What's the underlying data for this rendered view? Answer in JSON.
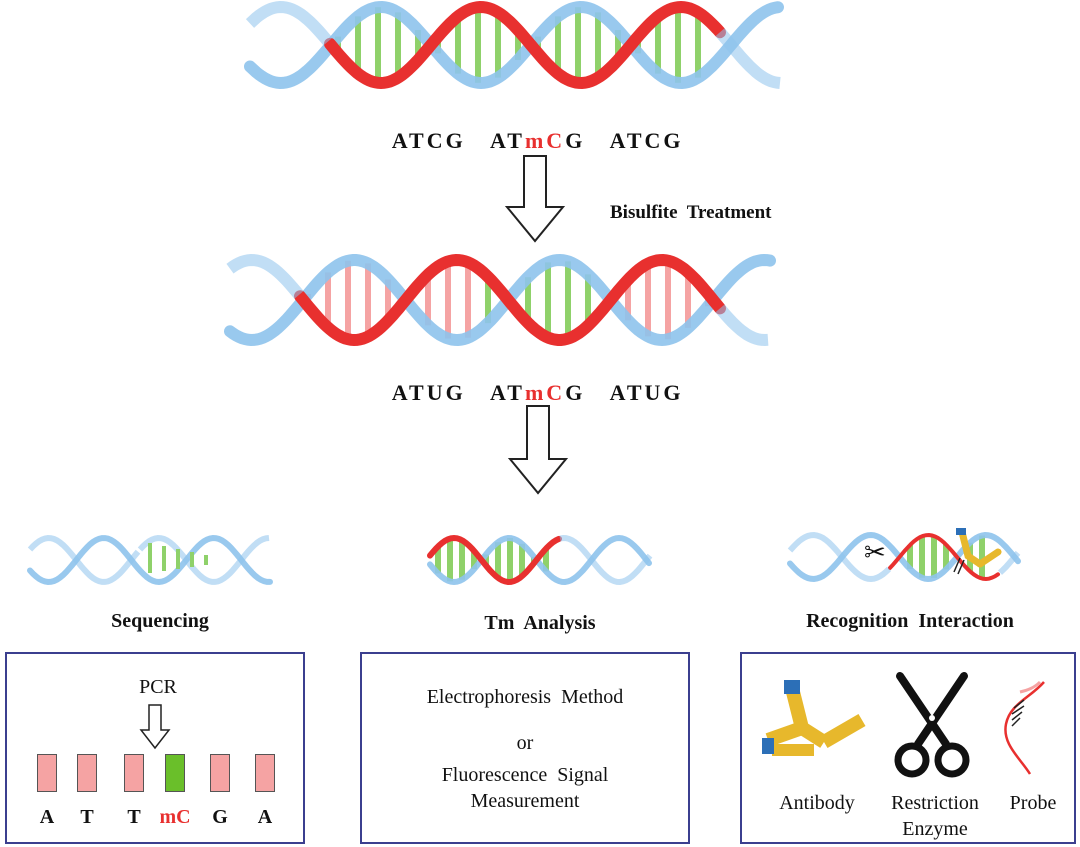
{
  "sequences": {
    "original": {
      "left": "ATCG",
      "mid_prefix": "AT",
      "mid_mark": "mC",
      "mid_suffix": "G",
      "right": "ATCG"
    },
    "treated": {
      "left": "ATUG",
      "mid_prefix": "AT",
      "mid_mark": "mC",
      "mid_suffix": "G",
      "right": "ATUG"
    }
  },
  "step_label": "Bisulfite  Treatment",
  "methods": {
    "sequencing": {
      "title": "Sequencing",
      "pcr_label": "PCR",
      "letters": [
        "A",
        "T",
        "T",
        "mC",
        "G",
        "A"
      ]
    },
    "tm": {
      "title": "Tm  Analysis",
      "line1": "Electrophoresis  Method",
      "line2": "or",
      "line3": "Fluorescence  Signal",
      "line4": "Measurement"
    },
    "recognition": {
      "title": "Recognition  Interaction",
      "antibody": "Antibody",
      "enzyme_line1": "Restriction",
      "enzyme_line2": "Enzyme",
      "probe": "Probe"
    }
  },
  "colors": {
    "strand_blue": "#8ec3ec",
    "strand_red": "#e8302f",
    "rung_green": "#8fd16a",
    "rung_pink": "#f5a3a3",
    "box_border": "#3b3f8f",
    "mc_red": "#e8302f"
  }
}
